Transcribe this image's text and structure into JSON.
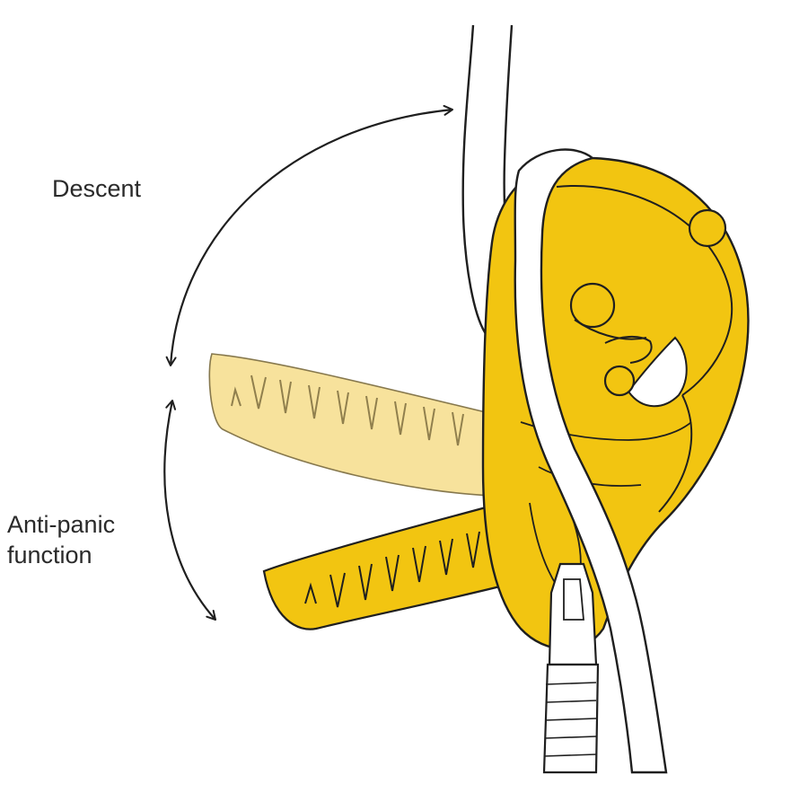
{
  "labels": {
    "descent": "Descent",
    "anti_panic_line1": "Anti-panic",
    "anti_panic_line2": "function"
  },
  "colors": {
    "device_yellow": "#f2c511",
    "device_shadow": "#e4b000",
    "handle_faded": "#f7df92",
    "outline": "#1f1f1f",
    "rope": "#ffffff",
    "background": "#ffffff"
  },
  "icons": {
    "device": "belay-descender-device-icon",
    "handle_descent": "handle-descent-position-icon",
    "handle_anti_panic": "handle-anti-panic-position-icon",
    "rope": "rope-icon",
    "carabiner": "carabiner-icon"
  }
}
